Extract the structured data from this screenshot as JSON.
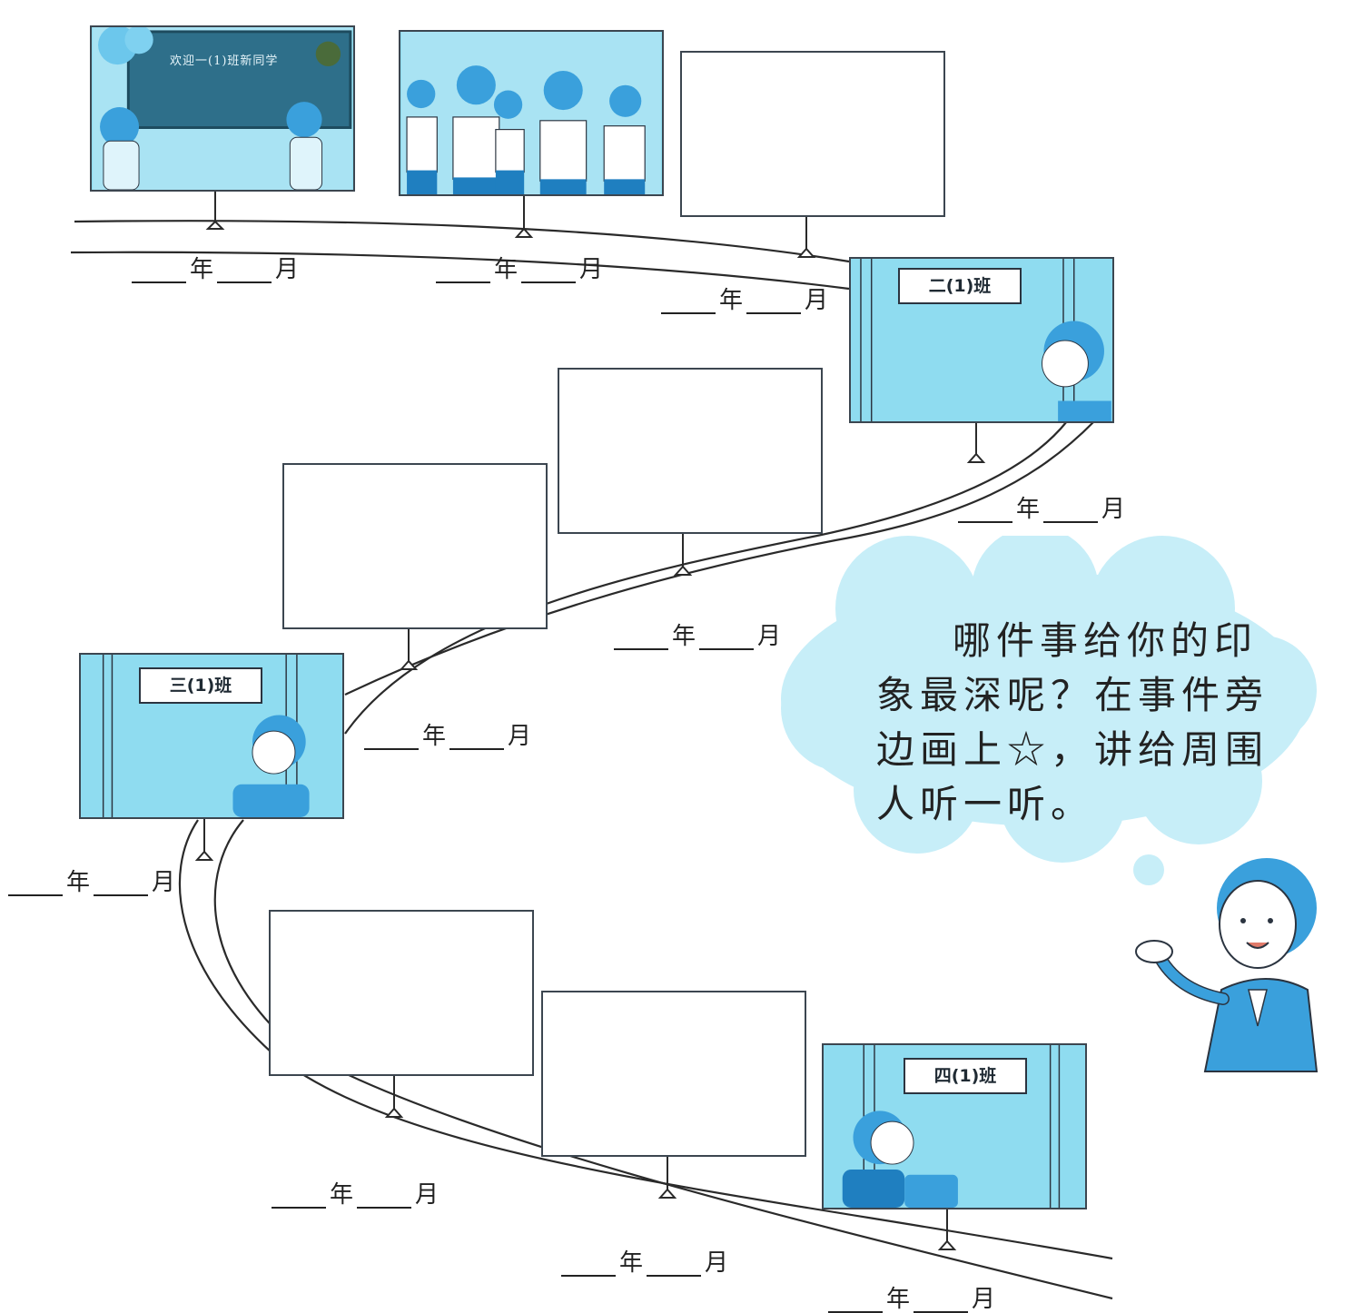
{
  "timeline": {
    "year_unit": "年",
    "month_unit": "月"
  },
  "frames": {
    "welcome_board_text": "欢迎一(1)班新同学",
    "class_2_sign": "二(1)班",
    "class_3_sign": "三(1)班",
    "class_4_sign": "四(1)班"
  },
  "prompt": {
    "text": "哪件事给你的印象最深呢？在事件旁边画上☆，讲给周围人听一听。"
  },
  "icons": {
    "star": "star-icon"
  },
  "colors": {
    "scene_blue": "#8fdcf0",
    "cloud_blue": "#c7eef8",
    "figure_blue": "#3aa0dc"
  }
}
